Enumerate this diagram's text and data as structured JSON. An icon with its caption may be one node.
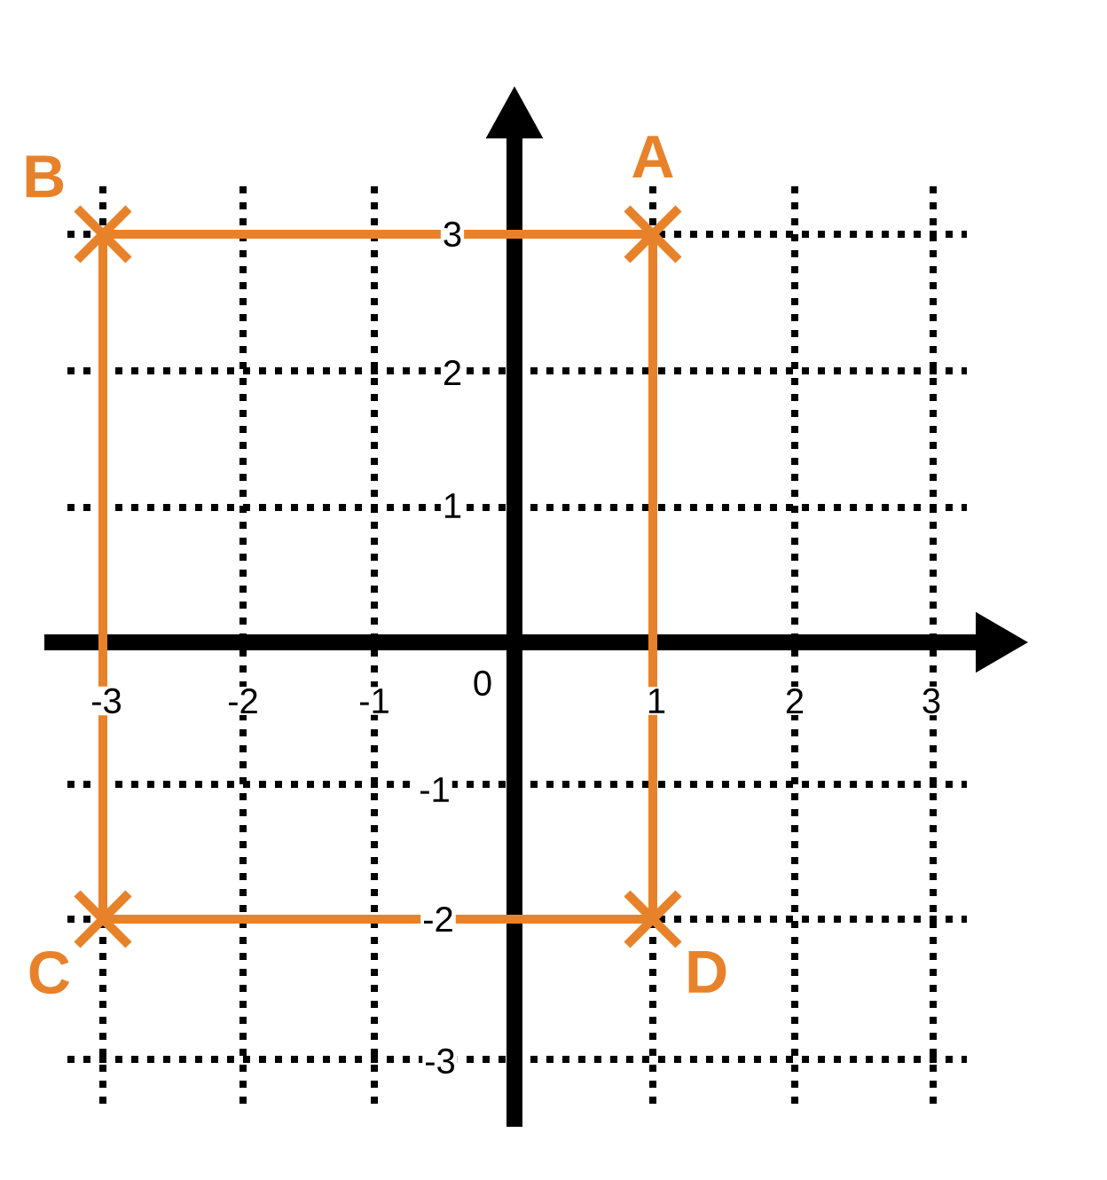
{
  "diagram": {
    "nodes": [
      {
        "text": [
          "A"
        ]
      },
      {
        "text": [
          "B"
        ]
      },
      {
        "text": [
          "C"
        ]
      },
      {
        "text": [
          "D"
        ]
      }
    ],
    "edges": [
      {
        "from": 0,
        "to": 1,
        "arrow": "none"
      },
      {
        "from": 1,
        "to": 2,
        "arrow": "none"
      },
      {
        "from": 2,
        "to": 3,
        "arrow": "none"
      },
      {
        "from": 3,
        "to": 0,
        "arrow": "none"
      }
    ],
    "labels": [
      "3",
      "2",
      "1",
      "-3",
      "-2",
      "-1",
      "0",
      "1",
      "2",
      "3",
      "-1",
      "-2",
      "-3"
    ]
  }
}
